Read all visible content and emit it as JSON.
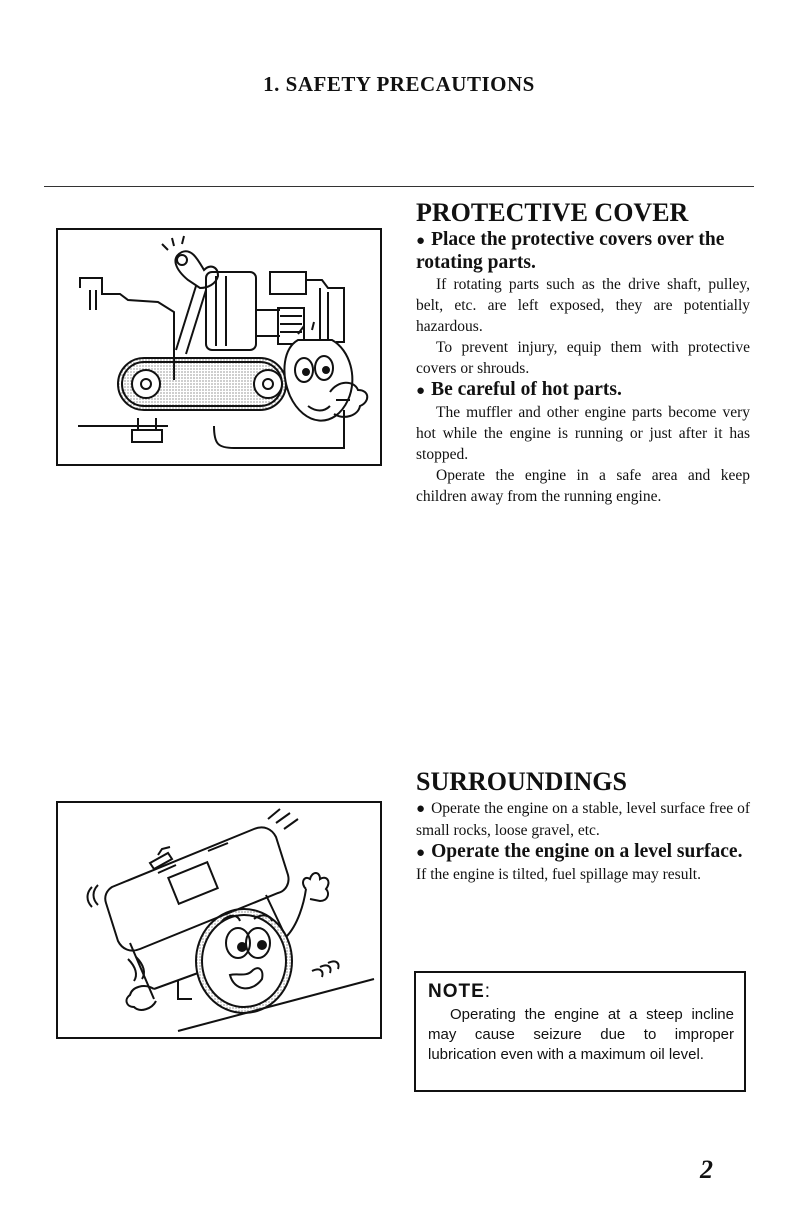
{
  "header": {
    "title": "1. SAFETY PRECAUTIONS"
  },
  "protective_cover": {
    "heading": "PROTECTIVE COVER",
    "sub1": "Place the protective covers over the rotating parts.",
    "p1": "If rotating parts such as the drive shaft, pulley, belt, etc. are left exposed, they are potentially hazardous.",
    "p2": "To prevent injury, equip them with protective covers or shrouds.",
    "sub2": "Be careful of hot parts.",
    "p3": "The muffler and other engine parts become very hot while the engine is running or just after it has stopped.",
    "p4": "Operate the engine in a safe area and keep children away from the running engine."
  },
  "surroundings": {
    "heading": "SURROUNDINGS",
    "p1": "Operate the engine on a stable, level surface free of small rocks, loose gravel, etc.",
    "sub1": "Operate the engine on a level surface.",
    "p2": "If the engine is tilted, fuel spillage may result."
  },
  "note": {
    "label": "NOTE",
    "colon": ":",
    "text": "Operating the engine at a steep incline may cause seizure due to improper lubrication even with a maximum oil level."
  },
  "footer": {
    "page_number": "2"
  },
  "icons": {
    "bullet": "●"
  }
}
